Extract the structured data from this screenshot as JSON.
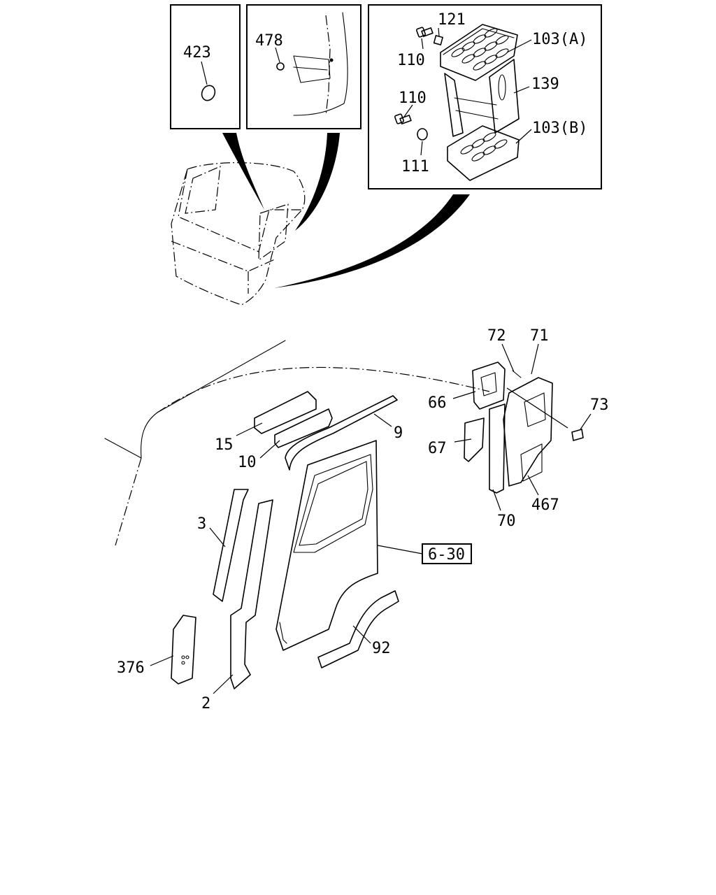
{
  "labels": {
    "p423": "423",
    "p478": "478",
    "p121": "121",
    "p110a": "110",
    "p103a": "103(A)",
    "p139": "139",
    "p110b": "110",
    "p103b": "103(B)",
    "p111": "111",
    "p72": "72",
    "p71": "71",
    "p66": "66",
    "p73": "73",
    "p9": "9",
    "p15": "15",
    "p10": "10",
    "p67": "67",
    "p70": "70",
    "p467": "467",
    "p3": "3",
    "p6_30": "6-30",
    "p92": "92",
    "p376": "376",
    "p2": "2"
  }
}
